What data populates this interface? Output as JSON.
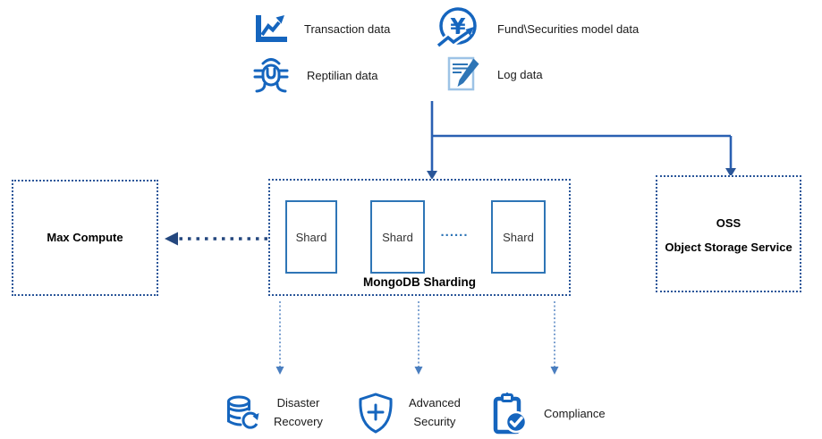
{
  "colors": {
    "icon_blue": "#1565BE",
    "arrow_blue": "#2A60B2",
    "dotted_navy": "#2A5699",
    "shard_border": "#2E75B6",
    "doc_light_blue": "#9DC3E6",
    "thin_arrow_blue": "#4A7EBF",
    "text": "#1A1A1A"
  },
  "legend": {
    "items": [
      {
        "icon": "line-chart-icon",
        "label": "Transaction data"
      },
      {
        "icon": "bug-icon",
        "label": "Reptilian data"
      },
      {
        "icon": "yen-currency-icon",
        "label": "Fund\\Securities model data"
      },
      {
        "icon": "log-document-icon",
        "label": "Log data"
      }
    ]
  },
  "nodes": {
    "max_compute": {
      "label": "Max Compute"
    },
    "mongodb": {
      "title": "MongoDB Sharding",
      "shards": [
        "Shard",
        "Shard",
        "Shard"
      ],
      "ellipsis": "......"
    },
    "oss": {
      "title": "OSS",
      "subtitle": "Object Storage Service"
    }
  },
  "features": [
    {
      "icon": "database-restore-icon",
      "lines": [
        "Disaster",
        "Recovery"
      ]
    },
    {
      "icon": "shield-plus-icon",
      "lines": [
        "Advanced",
        "Security"
      ]
    },
    {
      "icon": "clipboard-check-icon",
      "lines": [
        "Compliance"
      ]
    }
  ]
}
